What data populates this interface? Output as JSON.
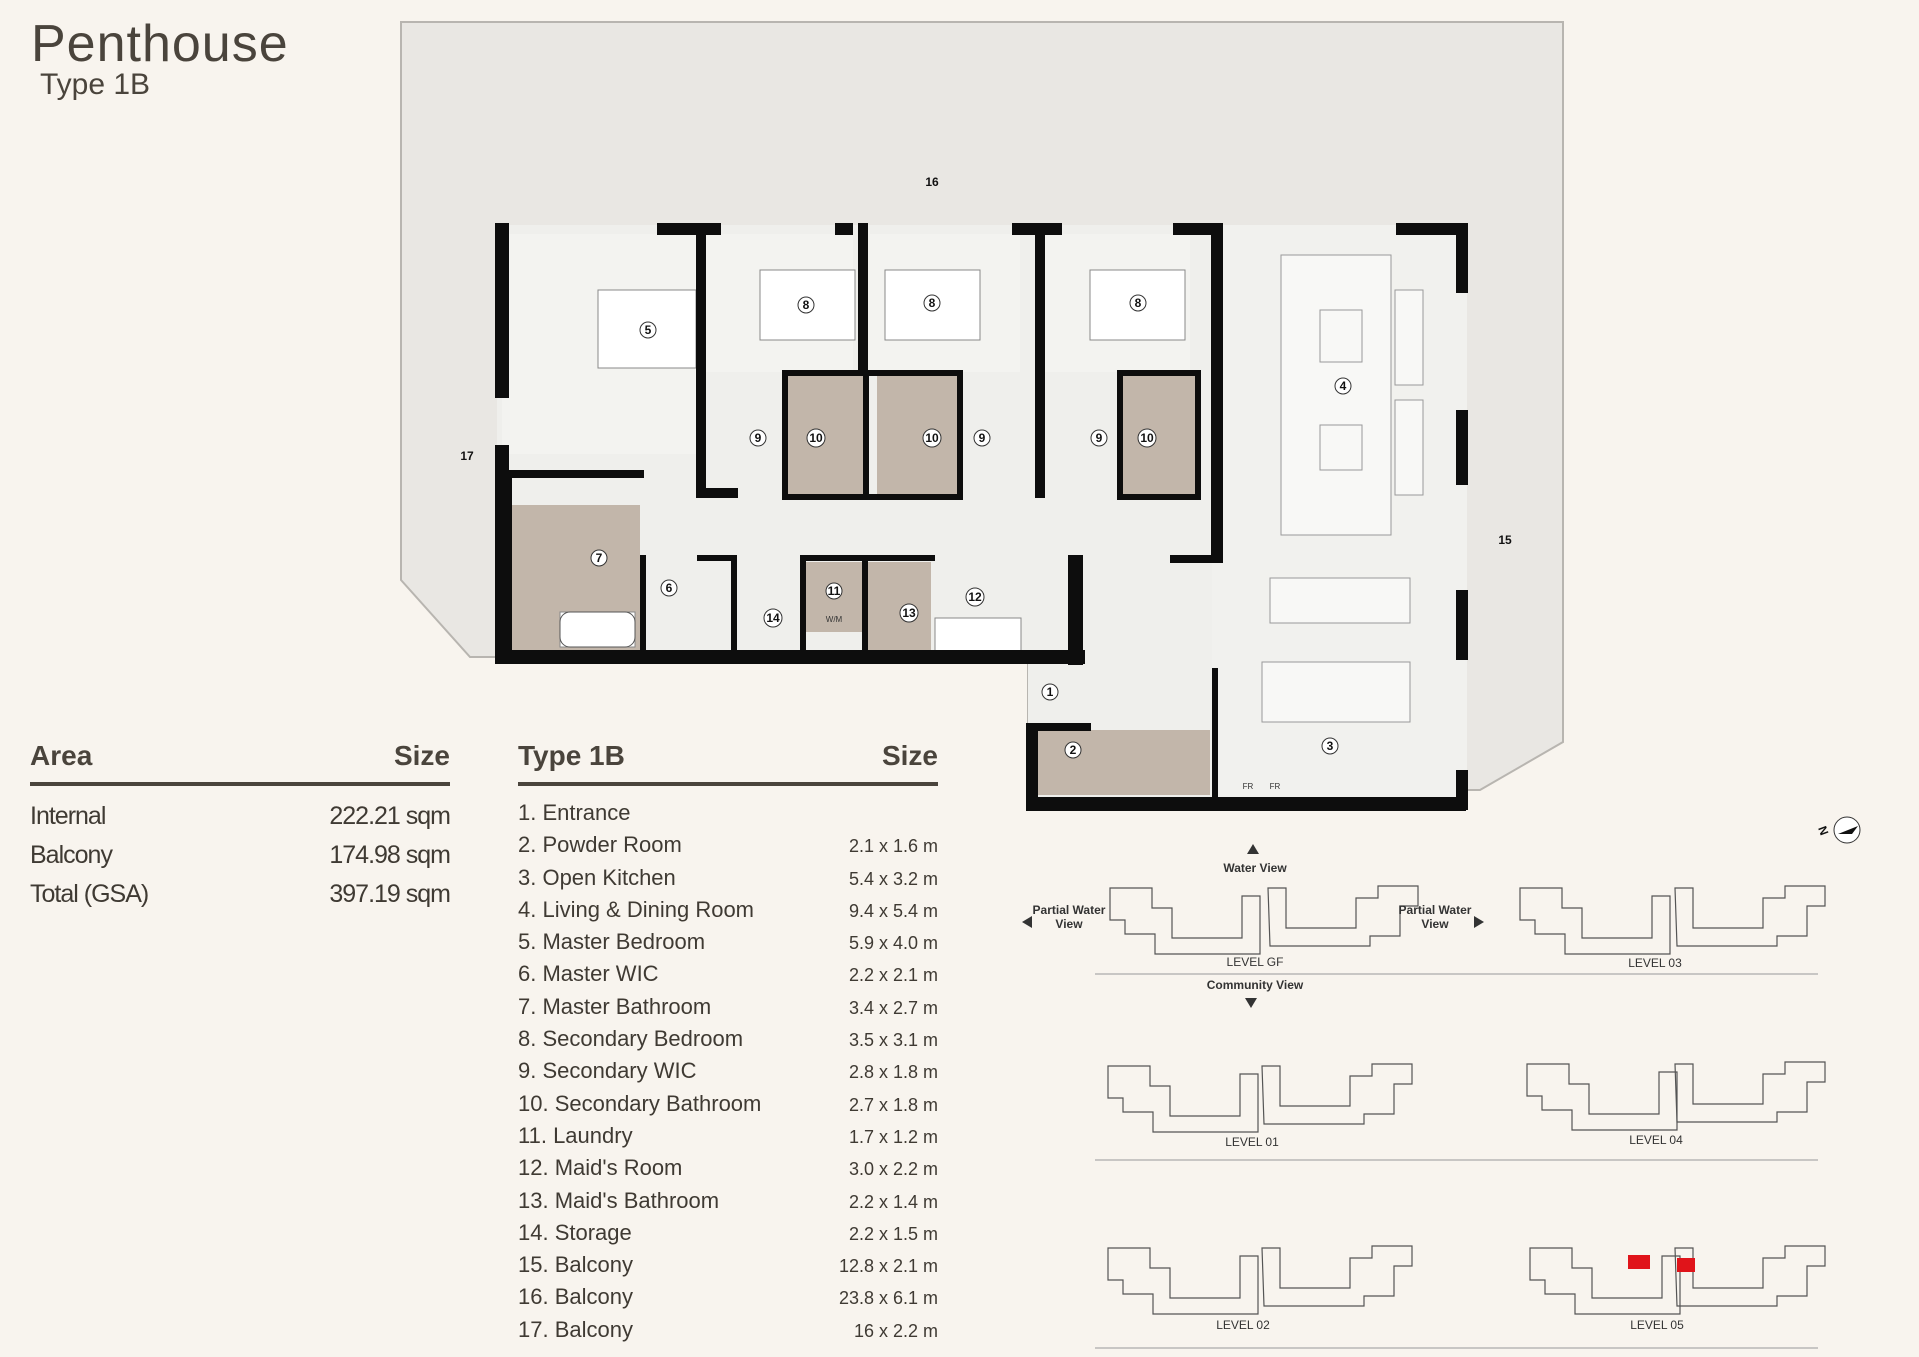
{
  "title": "Penthouse",
  "subtitle": "Type 1B",
  "area_table": {
    "header_left": "Area",
    "header_right": "Size",
    "rows": [
      {
        "label": "Internal",
        "value": "222.21 sqm"
      },
      {
        "label": "Balcony",
        "value": "174.98 sqm"
      },
      {
        "label": "Total (GSA)",
        "value": "397.19 sqm"
      }
    ]
  },
  "room_table": {
    "header_left": "Type 1B",
    "header_right": "Size",
    "rows": [
      {
        "label": "1.  Entrance",
        "value": ""
      },
      {
        "label": "2.  Powder Room",
        "value": "2.1 x 1.6 m"
      },
      {
        "label": "3.  Open Kitchen",
        "value": "5.4 x 3.2 m"
      },
      {
        "label": "4.  Living & Dining Room",
        "value": "9.4 x 5.4 m"
      },
      {
        "label": "5.  Master Bedroom",
        "value": "5.9 x 4.0 m"
      },
      {
        "label": "6.  Master  WIC",
        "value": "2.2 x 2.1 m"
      },
      {
        "label": "7.  Master Bathroom",
        "value": "3.4 x 2.7 m"
      },
      {
        "label": "8.  Secondary Bedroom",
        "value": "3.5 x 3.1 m"
      },
      {
        "label": "9.  Secondary WIC",
        "value": "2.8 x 1.8 m"
      },
      {
        "label": "10. Secondary Bathroom",
        "value": "2.7 x 1.8 m"
      },
      {
        "label": "11. Laundry",
        "value": "1.7 x 1.2 m"
      },
      {
        "label": "12. Maid's Room",
        "value": "3.0 x 2.2 m"
      },
      {
        "label": "13. Maid's Bathroom",
        "value": "2.2 x 1.4 m"
      },
      {
        "label": "14. Storage",
        "value": "2.2 x 1.5 m"
      },
      {
        "label": "15. Balcony",
        "value": "12.8 x 2.1 m"
      },
      {
        "label": "16. Balcony",
        "value": "23.8 x 6.1 m"
      },
      {
        "label": "17. Balcony",
        "value": "16 x 2.2 m"
      }
    ]
  },
  "plan_labels": [
    "1",
    "2",
    "3",
    "4",
    "5",
    "6",
    "7",
    "8",
    "8",
    "8",
    "9",
    "9",
    "9",
    "10",
    "10",
    "10",
    "11",
    "12",
    "13",
    "14",
    "15",
    "16",
    "17"
  ],
  "washer_label": "W/M",
  "fridge_label": "FR",
  "key_plan": {
    "water_view": "Water View",
    "partial_water_view_left": "Partial Water View",
    "partial_water_view_right": "Partial Water View",
    "community_view": "Community View",
    "north": "N",
    "levels": [
      "LEVEL GF",
      "LEVEL 03",
      "LEVEL 01",
      "LEVEL 04",
      "LEVEL 02",
      "LEVEL 05"
    ]
  },
  "colors": {
    "background": "#f8f4ee",
    "balcony": "#e9e7e3",
    "interior": "#efefec",
    "wall": "#0d0d0d",
    "bathroom": "#c2b6aa",
    "highlight": "#e0141a"
  }
}
